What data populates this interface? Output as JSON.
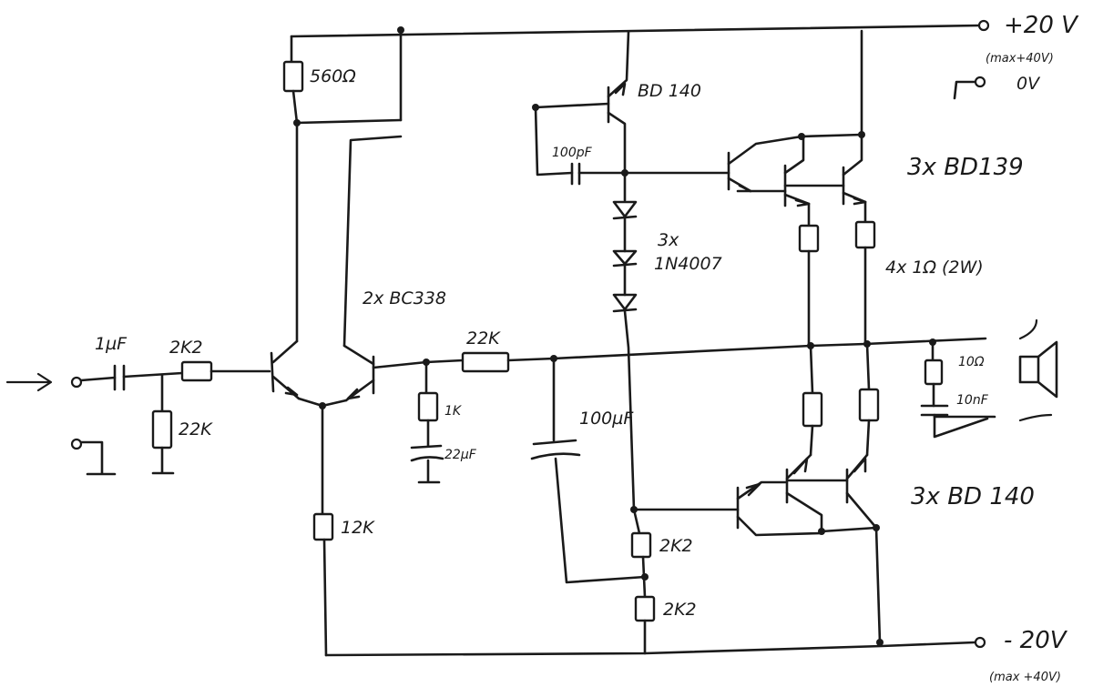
{
  "rails": {
    "positive": "+20 V",
    "positive_note": "(max+40V)",
    "ground": "0V",
    "negative": "- 20V",
    "negative_note": "(max +40V)"
  },
  "components": {
    "c_in": "1µF",
    "r_in_series": "2K2",
    "r_in_shunt": "22K",
    "r_top": "560Ω",
    "q_diff": "2x BC338",
    "q_vas": "BD 140",
    "c_miller": "100pF",
    "diodes_count": "3x",
    "diodes_type": "1N4007",
    "r_feedback": "22K",
    "r_fb_ground": "1K",
    "c_fb": "22µF",
    "c_boot": "100µF",
    "r_tail": "12K",
    "r_bias_upper": "2K2",
    "r_bias_lower": "2K2",
    "q_out_npn": "3x BD139",
    "r_emitter": "4x 1Ω (2W)",
    "r_zobel": "10Ω",
    "c_zobel": "10nF",
    "q_out_pnp": "3x BD 140"
  }
}
